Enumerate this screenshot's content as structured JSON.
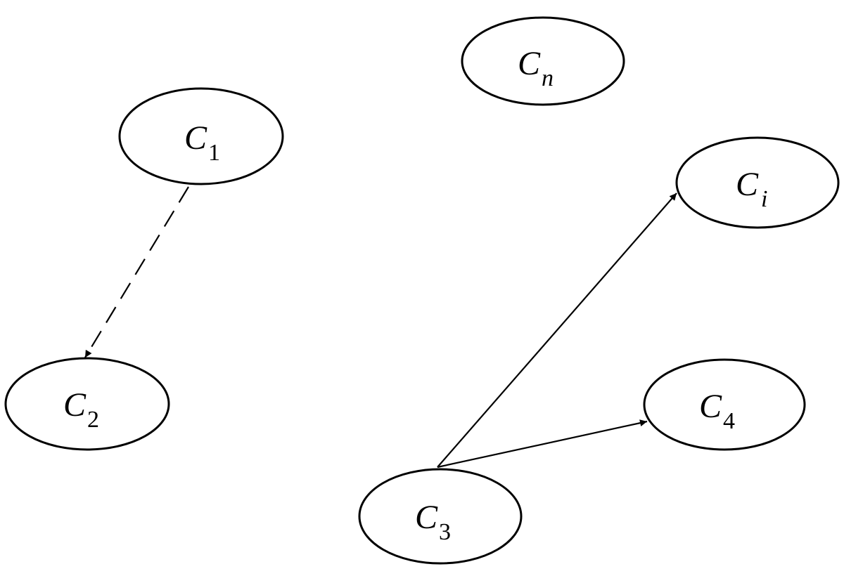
{
  "nodes": [
    {
      "id": "c1",
      "letter": "C",
      "sub": "1"
    },
    {
      "id": "c2",
      "letter": "C",
      "sub": "2"
    },
    {
      "id": "c3",
      "letter": "C",
      "sub": "3"
    },
    {
      "id": "c4",
      "letter": "C",
      "sub": "4"
    },
    {
      "id": "ci",
      "letter": "C",
      "sub": "i"
    },
    {
      "id": "cn",
      "letter": "C",
      "sub": "n"
    }
  ],
  "edges": [
    {
      "from": "C1",
      "to": "C2",
      "style": "dashed"
    },
    {
      "from": "C3",
      "to": "Ci",
      "style": "solid"
    },
    {
      "from": "C3",
      "to": "C4",
      "style": "solid"
    }
  ]
}
